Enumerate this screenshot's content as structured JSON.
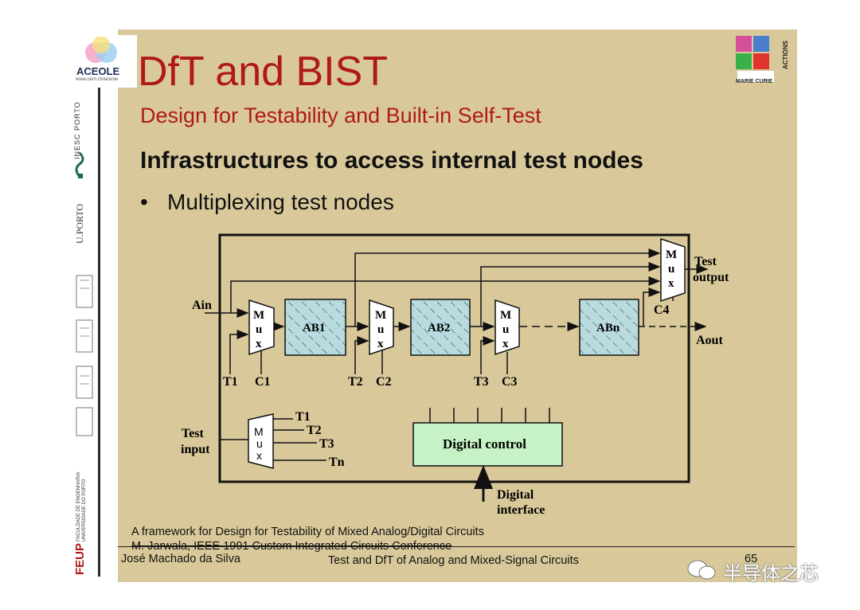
{
  "logos": {
    "aceole_name": "ACEOLE",
    "aceole_url": "www.cern.ch/aceole",
    "inesc": "INESC PORTO",
    "uporto": "U.PORTO",
    "feup_short": "FEUP",
    "feup_full": "FACULDADE DE ENGENHARIA UNIVERSIDADE DO PORTO",
    "mc_line1": "MARIE CURIE",
    "mc_line2": "ACTIONS"
  },
  "slide": {
    "title": "DfT and BIST",
    "subtitle": "Design for Testability and Built-in Self-Test",
    "heading": "Infrastructures to access internal test nodes",
    "bullet": "Multiplexing test nodes"
  },
  "diagram": {
    "ain": "Ain",
    "aout": "Aout",
    "test_output_1": "Test",
    "test_output_2": "output",
    "test_input_1": "Test",
    "test_input_2": "input",
    "mux_m": "M",
    "mux_u": "u",
    "mux_x": "x",
    "blocks": [
      "AB1",
      "AB2",
      "ABn"
    ],
    "t_labels": [
      "T1",
      "T2",
      "T3"
    ],
    "c_labels": [
      "C1",
      "C2",
      "C3",
      "C4"
    ],
    "input_mux_outputs": [
      "T1",
      "T2",
      "T3",
      "Tn"
    ],
    "digital_control": "Digital control",
    "digital_interface_1": "Digital",
    "digital_interface_2": "interface",
    "colors": {
      "block_fill": "#b8dbe0",
      "control_fill": "#c6f2c6",
      "mux_fill": "#ffffff"
    }
  },
  "footer": {
    "ref1": "A framework for Design for Testability of Mixed Analog/Digital Circuits",
    "ref2": "M. Jarwala, IEEE 1991 Custom Integrated Circuits Conference",
    "author": "José Machado da Silva",
    "course": "Test and DfT of Analog and Mixed-Signal Circuits",
    "page": "65"
  },
  "watermark": "半导体之芯"
}
